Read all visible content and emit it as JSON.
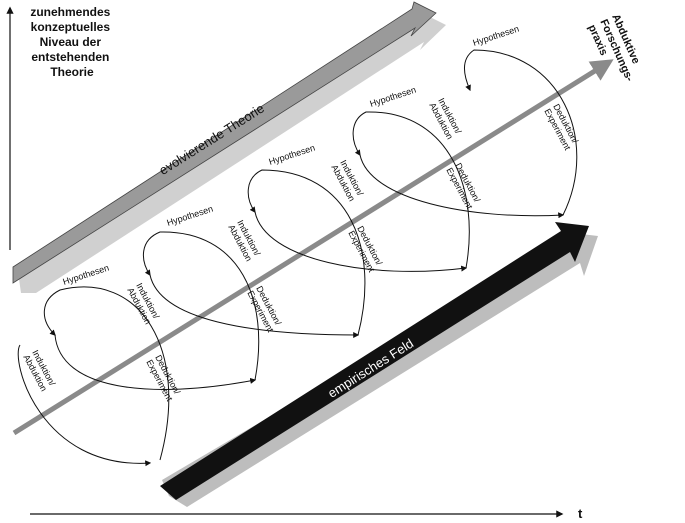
{
  "y_axis_label": [
    "zunehmendes",
    "konzeptuelles",
    "Niveau der",
    "entstehenden",
    "Theorie"
  ],
  "x_axis_label": "t",
  "theory_arrow_label": "evolvierende Theorie",
  "field_arrow_label": "empirisches Feld",
  "diagonal_label": [
    "Abduktive",
    "Forschungs-",
    "praxis"
  ],
  "labels": {
    "hypothesen": "Hypothesen",
    "induktion": [
      "Induktion/",
      "Abduktion"
    ],
    "deduktion": [
      "Deduktion/",
      "Experiment"
    ]
  },
  "colors": {
    "theory_arrow": "#9a9a9a",
    "field_arrow": "#111111",
    "diagonal": "#8a8a8a"
  }
}
